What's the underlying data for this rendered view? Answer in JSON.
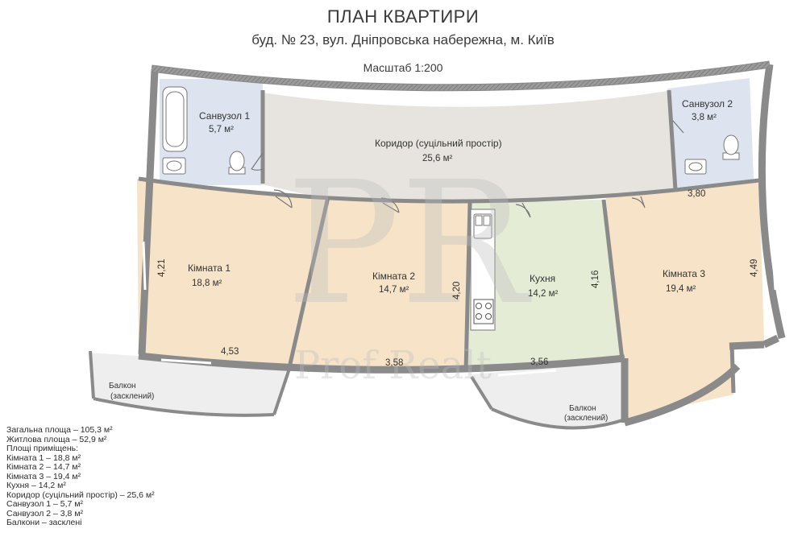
{
  "header": {
    "title": "ПЛАН КВАРТИРИ",
    "address": "буд. № 23, вул. Дніпровська набережна, м. Київ",
    "scale": "Масштаб 1:200"
  },
  "rooms": {
    "bath1": {
      "name": "Санвузол 1",
      "area": "5,7 м²"
    },
    "bath2": {
      "name": "Санвузол 2",
      "area": "3,8 м²"
    },
    "corridor": {
      "name": "Коридор (суцільний простір)",
      "area": "25,6 м²"
    },
    "room1": {
      "name": "Кімната 1",
      "area": "18,8 м²"
    },
    "room2": {
      "name": "Кімната 2",
      "area": "14,7 м²"
    },
    "kitchen": {
      "name": "Кухня",
      "area": "14,2 м²"
    },
    "room3": {
      "name": "Кімната 3",
      "area": "19,4 м²"
    },
    "balcony1": {
      "name": "Балкон",
      "note": "(засклений)"
    },
    "balcony2": {
      "name": "Балкон",
      "note": "(засклений)"
    }
  },
  "dimensions": {
    "room1_height": "4,21",
    "room1_width": "4,53",
    "room2_height": "4,20",
    "room2_width": "3,58",
    "kitchen_height": "4,16",
    "kitchen_width": "3,56",
    "room3_height": "4,49",
    "room3_width": "3,80"
  },
  "watermark": {
    "logo": "PR",
    "text": "Prof Realt"
  },
  "legend": [
    "Загальна площа – 105,3 м²",
    "Житлова площа – 52,9 м²",
    "Площі приміщень:",
    "Кімната 1 – 18,8 м²",
    "Кімната 2 – 14,7 м²",
    "Кімната 3 – 19,4 м²",
    "Кухня – 14,2 м²",
    "Коридор (суцільний простір) – 25,6 м²",
    "Санвузол 1 – 5,7 м²",
    "Санвузол 2 – 3,8 м²",
    "Балкони – засклені"
  ],
  "colors": {
    "wall": "#8a8a8a",
    "room_fill": "#f6e3c8",
    "kitchen_fill": "#e4ecd6",
    "corridor_fill": "#e7e4df",
    "bath_fill": "#dde4f0",
    "balcony_fill": "#eeeeee"
  }
}
